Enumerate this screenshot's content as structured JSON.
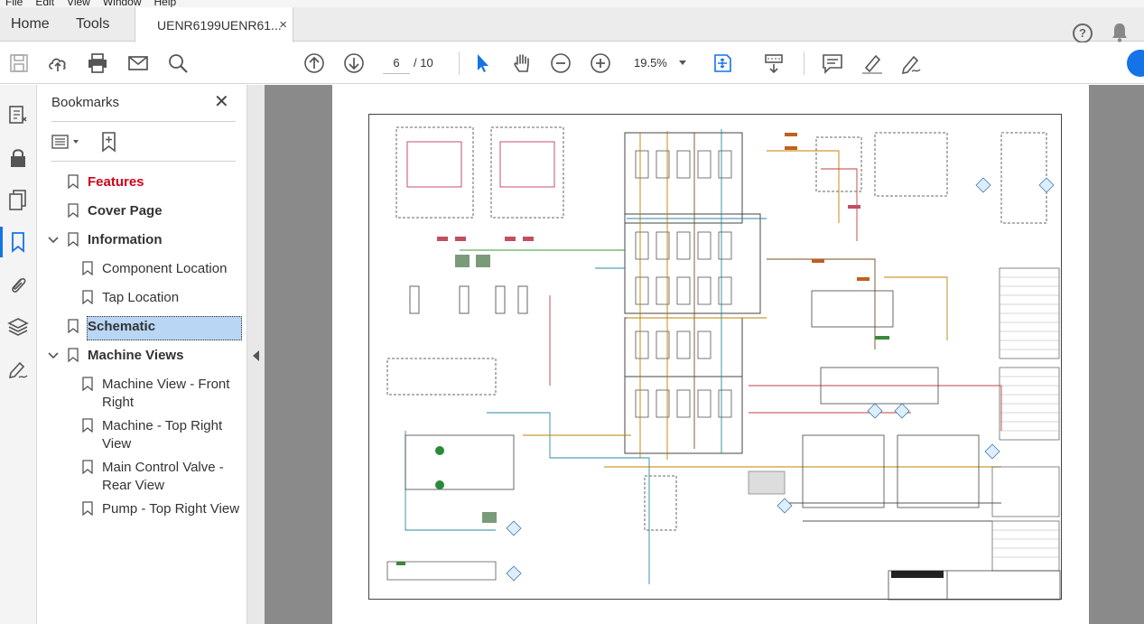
{
  "menu": {
    "file": "File",
    "edit": "Edit",
    "view": "View",
    "window": "Window",
    "help": "Help"
  },
  "tabs": {
    "home": "Home",
    "tools": "Tools",
    "document": "UENR6199UENR61...",
    "close": "×"
  },
  "toolbar": {
    "page_current": "6",
    "page_total": "/ 10",
    "zoom": "19.5%"
  },
  "panel": {
    "title": "Bookmarks",
    "close": "✕",
    "items": [
      {
        "label": "Features"
      },
      {
        "label": "Cover Page"
      },
      {
        "label": "Information"
      },
      {
        "label": "Component Location"
      },
      {
        "label": "Tap Location"
      },
      {
        "label": "Schematic"
      },
      {
        "label": "Machine Views"
      },
      {
        "label": "Machine View - Front Right"
      },
      {
        "label": "Machine - Top Right View"
      },
      {
        "label": "Main Control Valve - Rear View"
      },
      {
        "label": "Pump - Top Right View"
      }
    ]
  },
  "colors": {
    "accent": "#1473e6",
    "features_red": "#d0021b",
    "selected_bg": "#b9d6f5"
  }
}
